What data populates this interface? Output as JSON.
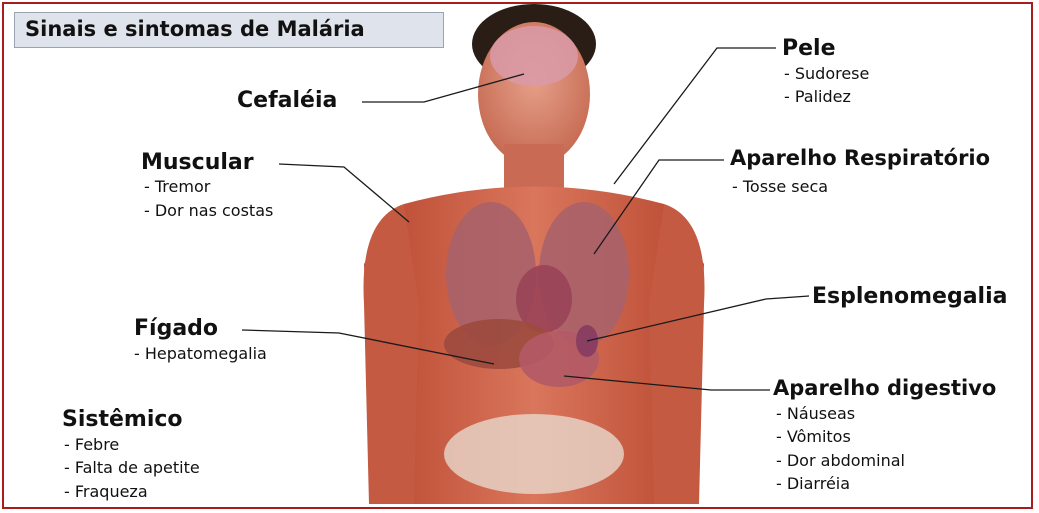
{
  "title": "Sinais e sintomas de Malária",
  "labels": {
    "cefaleia": {
      "title": "Cefaléia"
    },
    "muscular": {
      "title": "Muscular",
      "items": [
        "- Tremor",
        "- Dor nas costas"
      ]
    },
    "figado": {
      "title": "Fígado",
      "items": [
        "- Hepatomegalia"
      ]
    },
    "sistemico": {
      "title": "Sistêmico",
      "items": [
        "- Febre",
        "- Falta de apetite",
        "- Fraqueza"
      ]
    },
    "pele": {
      "title": "Pele",
      "items": [
        "- Sudorese",
        "- Palidez"
      ]
    },
    "respiratorio": {
      "title": "Aparelho Respiratório",
      "items": [
        "- Tosse seca"
      ]
    },
    "esplenomegalia": {
      "title": "Esplenomegalia"
    },
    "digestivo": {
      "title": "Aparelho digestivo",
      "items": [
        "- Náuseas",
        "- Vômitos",
        "- Dor abdominal",
        "- Diarréia"
      ]
    }
  },
  "colors": {
    "frame": "#a71c1c",
    "title_bg": "#dfe4ec",
    "muscle": "#c9573f",
    "lung": "#b86a70"
  }
}
